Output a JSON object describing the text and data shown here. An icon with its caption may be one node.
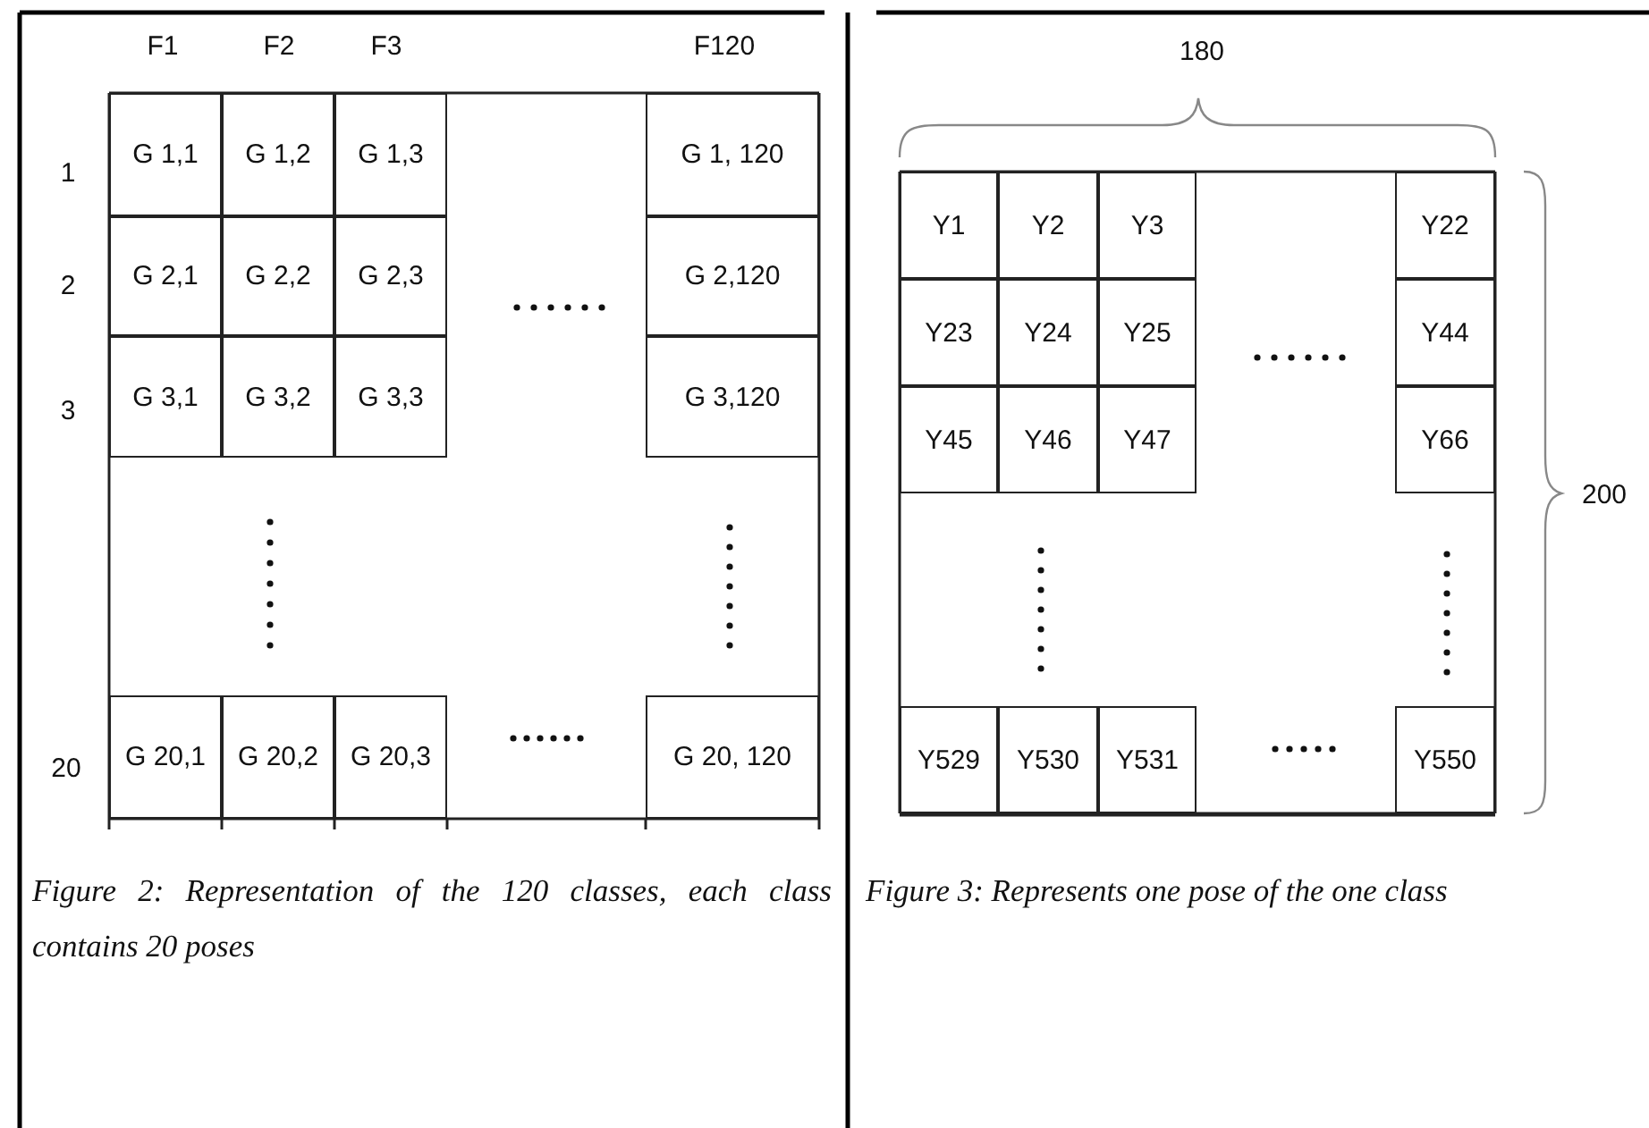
{
  "diagram": {
    "nodes": [
      {
        "text": [
          "G 1,1"
        ]
      },
      {
        "text": [
          "G 1,2"
        ]
      },
      {
        "text": [
          "G 1,3"
        ]
      },
      {
        "text": [
          "G 1, 120"
        ]
      },
      {
        "text": [
          "G 2,1"
        ]
      },
      {
        "text": [
          "G 2,2"
        ]
      },
      {
        "text": [
          "G 2,3"
        ]
      },
      {
        "text": [
          "G 2,120"
        ]
      },
      {
        "text": [
          "G 3,1"
        ]
      },
      {
        "text": [
          "G 3,2"
        ]
      },
      {
        "text": [
          "G 3,3"
        ]
      },
      {
        "text": [
          "G 3,120"
        ]
      },
      {
        "text": [
          "G 20,1"
        ]
      },
      {
        "text": [
          "G 20,2"
        ]
      },
      {
        "text": [
          "G 20,3"
        ]
      },
      {
        "text": [
          "G 20, 120"
        ]
      },
      {
        "text": [
          "Y1"
        ]
      },
      {
        "text": [
          "Y2"
        ]
      },
      {
        "text": [
          "Y3"
        ]
      },
      {
        "text": [
          "Y22"
        ]
      },
      {
        "text": [
          "Y23"
        ]
      },
      {
        "text": [
          "Y24"
        ]
      },
      {
        "text": [
          "Y25"
        ]
      },
      {
        "text": [
          "Y44"
        ]
      },
      {
        "text": [
          "Y45"
        ]
      },
      {
        "text": [
          "Y46"
        ]
      },
      {
        "text": [
          "Y47"
        ]
      },
      {
        "text": [
          "Y66"
        ]
      },
      {
        "text": [
          "Y529"
        ]
      },
      {
        "text": [
          "Y530"
        ]
      },
      {
        "text": [
          "Y531"
        ]
      },
      {
        "text": [
          "Y550"
        ]
      }
    ],
    "labels": [
      "F1",
      "F2",
      "F3",
      "F120",
      "1",
      "2",
      "3",
      "20",
      "180",
      "200",
      "Figure 2: Representation of the 120 classes, each class contains 20 poses",
      "Figure 3: Represents one pose of the one class"
    ]
  }
}
